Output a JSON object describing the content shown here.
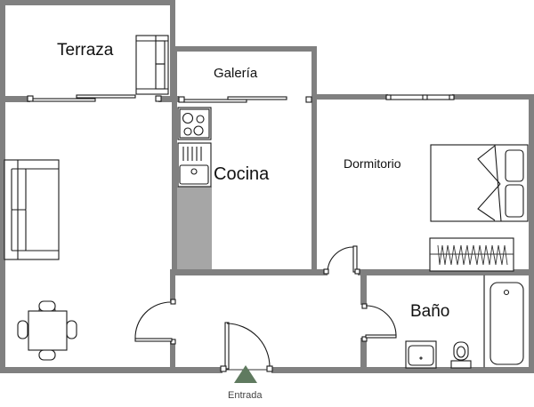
{
  "rooms": {
    "terraza": "Terraza",
    "galeria": "Galería",
    "cocina": "Cocina",
    "dormitorio": "Dormitorio",
    "bano": "Baño"
  },
  "entrance": {
    "label": "Entrada",
    "marker_color": "#5f7a5f"
  },
  "colors": {
    "wall": "#808080",
    "counter": "#a6a6a6",
    "background": "#ffffff"
  },
  "fixtures": [
    "sofa-terraza",
    "sofa-salon",
    "mesa-comedor",
    "placa-cocina",
    "fregadero",
    "cama-doble",
    "armario",
    "lavabo",
    "inodoro",
    "banera"
  ]
}
